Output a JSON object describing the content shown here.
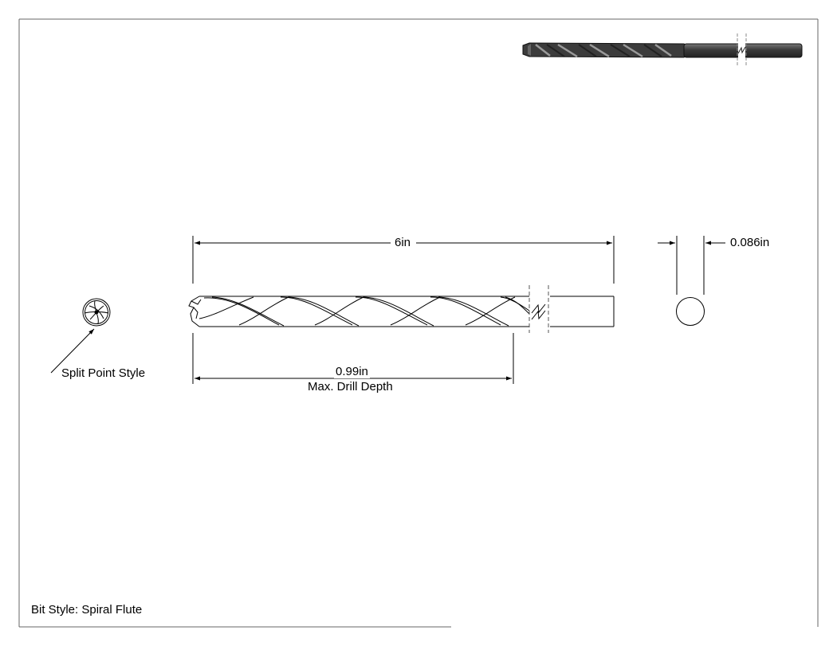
{
  "drawing": {
    "overall_length_label": "6in",
    "diameter_label": "0.086in",
    "drill_depth_value": "0.99in",
    "drill_depth_caption": "Max. Drill Depth",
    "point_style_label": "Split Point Style",
    "bit_style_label": "Bit Style: Spiral Flute"
  },
  "colors": {
    "line": "#000000",
    "frame": "#555555",
    "thumbnail_body": "#4a4a4a",
    "background": "#ffffff"
  }
}
